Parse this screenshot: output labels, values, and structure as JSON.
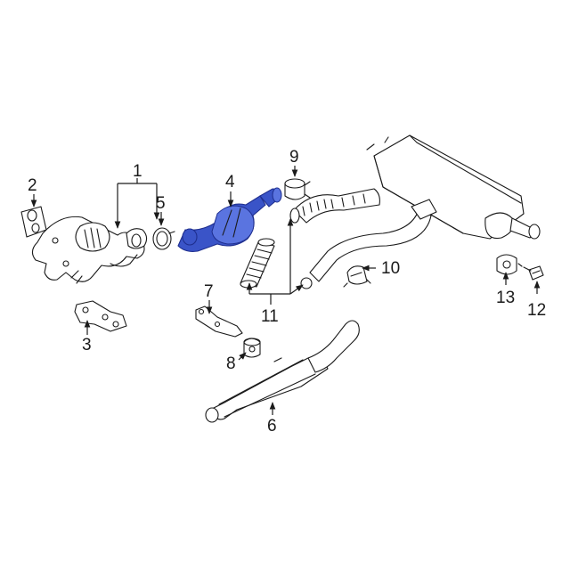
{
  "diagram": {
    "callouts": [
      {
        "id": "1",
        "label": "1"
      },
      {
        "id": "2",
        "label": "2"
      },
      {
        "id": "3",
        "label": "3"
      },
      {
        "id": "4",
        "label": "4"
      },
      {
        "id": "5",
        "label": "5"
      },
      {
        "id": "6",
        "label": "6"
      },
      {
        "id": "7",
        "label": "7"
      },
      {
        "id": "8",
        "label": "8"
      },
      {
        "id": "9",
        "label": "9"
      },
      {
        "id": "10",
        "label": "10"
      },
      {
        "id": "11",
        "label": "11"
      },
      {
        "id": "12",
        "label": "12"
      },
      {
        "id": "13",
        "label": "13"
      }
    ],
    "colors": {
      "highlight": "#3a54c8",
      "line": "#1a1a1a",
      "background": "#ffffff"
    }
  }
}
